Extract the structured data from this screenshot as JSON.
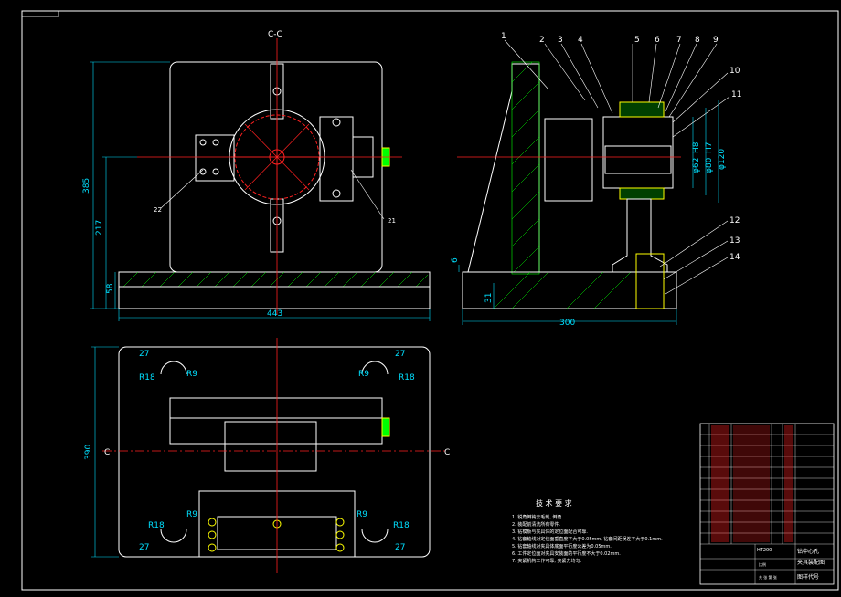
{
  "view_label": "C-C",
  "section_mark": "C",
  "part_numbers": [
    "1",
    "2",
    "3",
    "4",
    "5",
    "6",
    "7",
    "8",
    "9",
    "10",
    "11",
    "12",
    "13",
    "14"
  ],
  "callouts": {
    "left": "22",
    "right": "21"
  },
  "dimensions": {
    "height_total": "385",
    "height_mid": "217",
    "height_base": "58",
    "width_base": "443",
    "side_width": "300",
    "side_small": "31",
    "side_small2": "6",
    "plan_height": "390",
    "r18": "R18",
    "r9": "R9",
    "d27": "27"
  },
  "bore_dims": [
    "H8",
    "φ62",
    "H7",
    "φ80",
    "φ120"
  ],
  "tech_title": "技 术 要 求",
  "tech_notes": [
    "1. 锐角倒钝去毛刺, 倒角.",
    "2. 装配前清洗所有零件.",
    "3. 钻模板与夹具体的定位面配合可靠.",
    "4. 钻套轴线对定位面垂直度不大于0.05mm, 钻套间距误差不大于0.1mm.",
    "5. 钻套轴线对夹具体底面平行度公差为0.05mm.",
    "6. 工件定位面对夹具安装面的平行度不大于0.02mm.",
    "7. 夹紧机构工作可靠, 夹紧力均匀."
  ],
  "title_block": {
    "material": "HT200",
    "drawing_title": "钻中心孔",
    "drawing_sub": "夹具装配图",
    "drawing_no": "图样代号",
    "scale_label": "比例",
    "sheet_label": "共 张 第 张"
  },
  "colors": {
    "bg": "#000000",
    "line": "#ffffff",
    "center": "#ff2020",
    "dim": "#00e0ff",
    "hatch": "#00ff00",
    "section": "#ffff00",
    "red_text": "#ff3030"
  }
}
